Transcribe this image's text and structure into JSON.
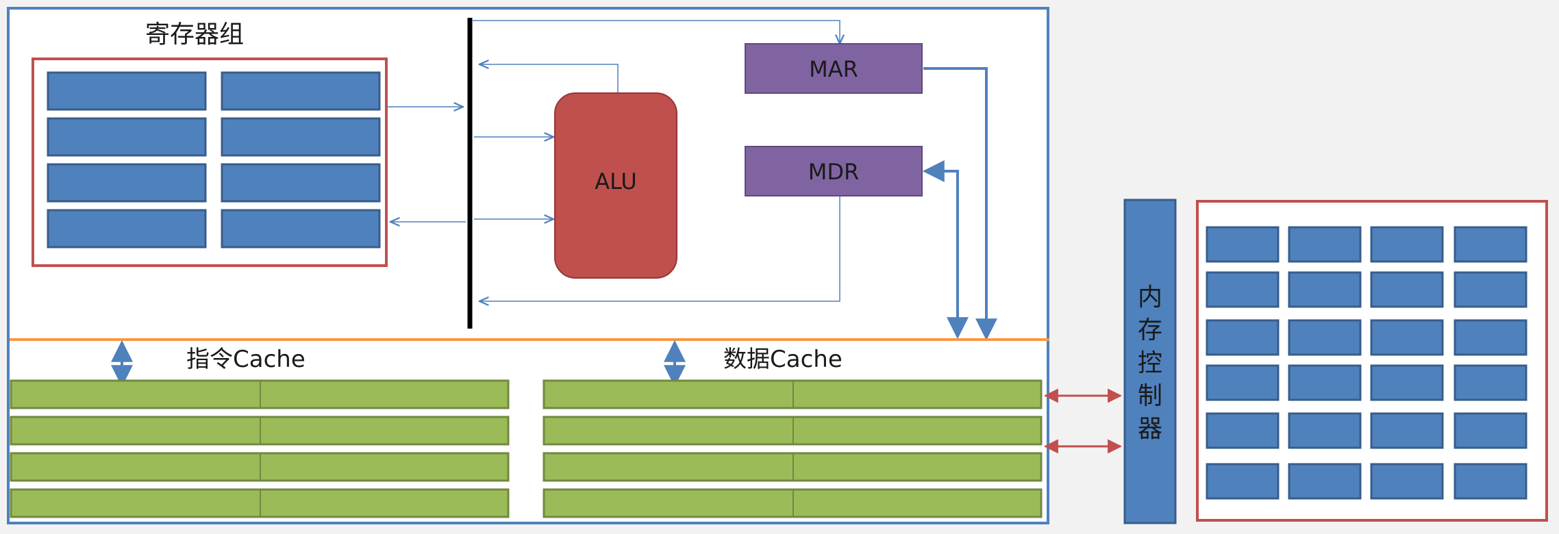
{
  "labels": {
    "register_group": "寄存器组",
    "alu": "ALU",
    "mar": "MAR",
    "mdr": "MDR",
    "instruction_cache": "指令Cache",
    "data_cache": "数据Cache",
    "memory_controller": "内存控制器"
  },
  "colors": {
    "background": "#f2f2f2",
    "cpu_border": "#4f81bd",
    "register_fill": "#4f81bd",
    "register_border": "#385d8a",
    "group_border": "#c0504d",
    "alu_fill": "#c0504d",
    "mar_mdr_fill": "#8064a2",
    "cache_fill": "#9bbb59",
    "cache_border": "#71893f",
    "bus_line": "#f79646",
    "arrow_blue": "#4f81bd",
    "arrow_red": "#c0504d"
  }
}
